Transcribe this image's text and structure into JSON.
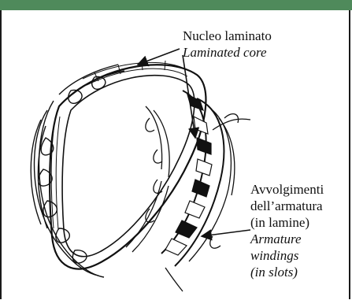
{
  "header": {
    "title": ""
  },
  "labels": {
    "core": {
      "italian": "Nucleo laminato",
      "english": "Laminated core"
    },
    "windings": {
      "italian_lines": [
        "Avvolgimenti",
        "dell’armatura",
        "(in lamine)"
      ],
      "english_lines": [
        "Armature",
        "windings",
        "(in slots)"
      ]
    }
  },
  "colors": {
    "header_bg": "#4f8a5b",
    "ink": "#111111",
    "frame": "#1a1a1a"
  }
}
